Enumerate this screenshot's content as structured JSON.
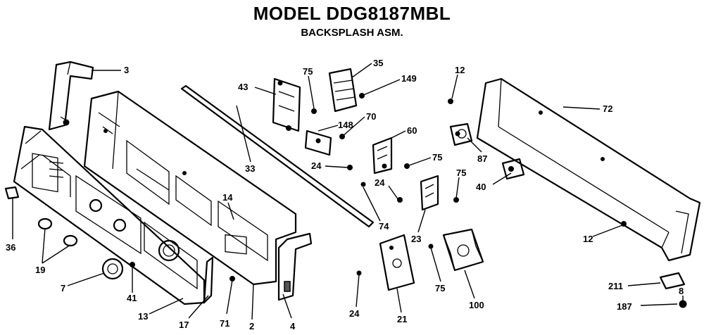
{
  "header": {
    "title": "MODEL DDG8187MBL",
    "subtitle": "BACKSPLASH ASM."
  },
  "callouts": {
    "c3": "3",
    "c75a": "75",
    "c35": "35",
    "c149": "149",
    "c12a": "12",
    "c43": "43",
    "c148": "148",
    "c70": "70",
    "c60": "60",
    "c72": "72",
    "c24a": "24",
    "c75b": "75",
    "c33": "33",
    "c24b": "24",
    "c75c": "75",
    "c87": "87",
    "c40": "40",
    "c14": "14",
    "c74": "74",
    "c23": "23",
    "c12b": "12",
    "c36": "36",
    "c19": "19",
    "c7": "7",
    "c41": "41",
    "c13": "13",
    "c17": "17",
    "c71": "71",
    "c2": "2",
    "c4": "4",
    "c75d": "75",
    "c24c": "24",
    "c21": "21",
    "c100": "100",
    "c211": "211",
    "c187": "187",
    "c8": "8"
  }
}
